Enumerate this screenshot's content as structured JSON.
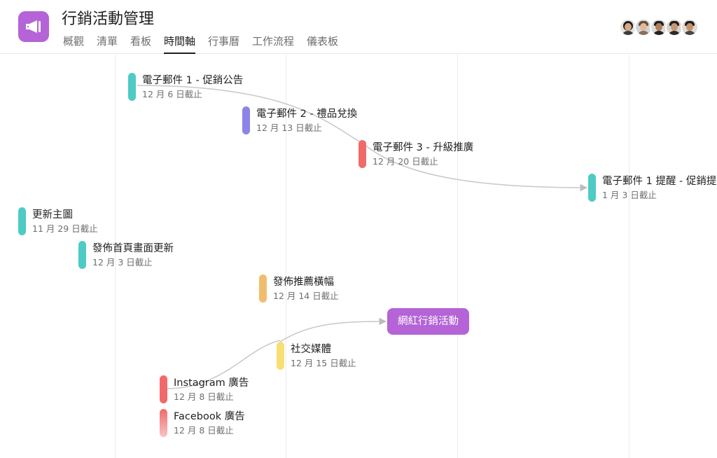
{
  "project": {
    "title": "行銷活動管理",
    "icon": "megaphone-icon",
    "icon_color": "#b464d6"
  },
  "tabs": [
    {
      "label": "概觀",
      "active": false
    },
    {
      "label": "清單",
      "active": false
    },
    {
      "label": "看板",
      "active": false
    },
    {
      "label": "時間軸",
      "active": true
    },
    {
      "label": "行事曆",
      "active": false
    },
    {
      "label": "工作流程",
      "active": false
    },
    {
      "label": "儀表板",
      "active": false
    }
  ],
  "members": [
    {
      "name": "avatar-1"
    },
    {
      "name": "avatar-2"
    },
    {
      "name": "avatar-3"
    },
    {
      "name": "avatar-4"
    },
    {
      "name": "avatar-5"
    }
  ],
  "tasks": [
    {
      "name": "電子郵件 1 - 促銷公告",
      "due": "12 月 6 日截止",
      "color": "#4ecbc4"
    },
    {
      "name": "電子郵件 2 - 禮品兌換",
      "due": "12 月 13 日截止",
      "color": "#8d84e8"
    },
    {
      "name": "電子郵件 3 - 升級推廣",
      "due": "12 月 20 日截止",
      "color": "#f06a6a"
    },
    {
      "name": "電子郵件 1 提醒 - 促銷提",
      "due": "1 月 3 日截止",
      "color": "#4ecbc4"
    },
    {
      "name": "更新主圖",
      "due": "11 月 29 日截止",
      "color": "#4ecbc4"
    },
    {
      "name": "發佈首頁畫面更新",
      "due": "12 月 3 日截止",
      "color": "#4ecbc4"
    },
    {
      "name": "發佈推薦橫幅",
      "due": "12 月 14 日截止",
      "color": "#f1bd6c"
    },
    {
      "name": "社交媒體",
      "due": "12 月 15 日截止",
      "color": "#f8df72"
    },
    {
      "name": "Instagram 廣告",
      "due": "12 月 8 日截止",
      "color": "#f06a6a"
    },
    {
      "name": "Facebook 廣告",
      "due": "12 月 8 日截止",
      "color": "#f06a6a"
    }
  ],
  "milestone": {
    "name": "網紅行銷活動",
    "color": "#b464d6"
  },
  "colors": {
    "text_primary": "#1e1f21",
    "text_secondary": "#6d6e6f",
    "gridline": "#ececec",
    "connector": "#bcbcbc"
  }
}
